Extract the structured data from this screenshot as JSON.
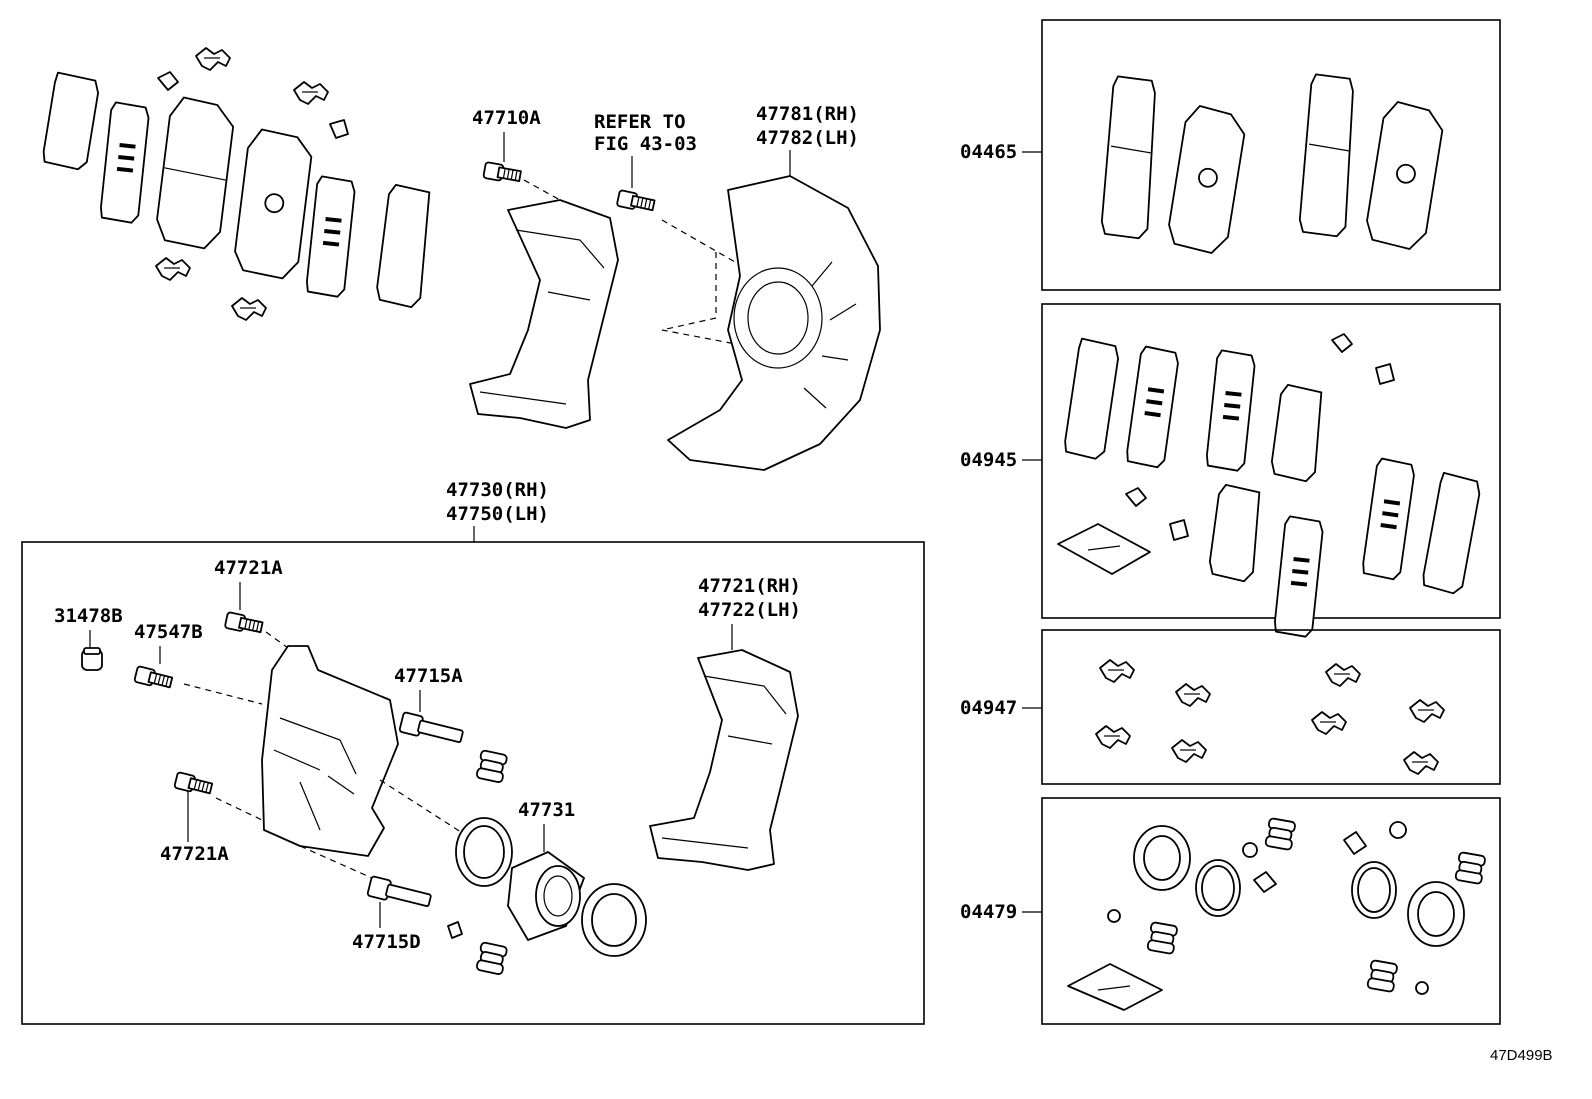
{
  "diagram": {
    "code": "47D499B",
    "labels": {
      "p47710A": "47710A",
      "refer1": "REFER TO",
      "refer2": "FIG 43-03",
      "p47781": "47781(RH)",
      "p47782": "47782(LH)",
      "p47730": "47730(RH)",
      "p47750": "47750(LH)",
      "p47721A_top": "47721A",
      "p31478B": "31478B",
      "p47547B": "47547B",
      "p47715A": "47715A",
      "p47721A_bottom": "47721A",
      "p47731": "47731",
      "p47715D": "47715D",
      "p47721": "47721(RH)",
      "p47722": "47722(LH)",
      "k04465": "04465",
      "k04945": "04945",
      "k04947": "04947",
      "k04479": "04479"
    }
  }
}
